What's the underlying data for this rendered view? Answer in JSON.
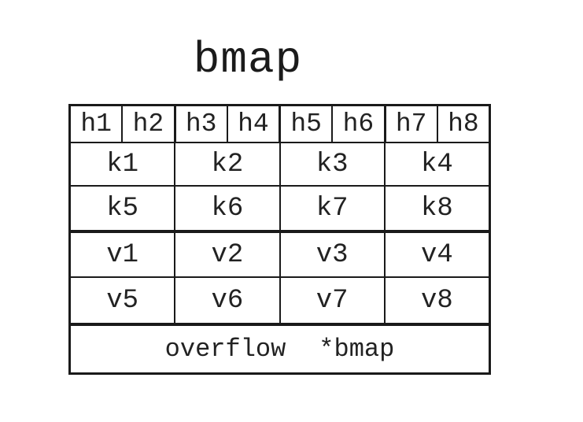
{
  "title": "bmap",
  "colors": {
    "ink": "#1a1a1a",
    "text": "#222222",
    "background": "#ffffff"
  },
  "table": {
    "header_cells": [
      "h1",
      "h2",
      "h3",
      "h4",
      "h5",
      "h6",
      "h7",
      "h8"
    ],
    "key_rows": [
      [
        "k1",
        "k2",
        "k3",
        "k4"
      ],
      [
        "k5",
        "k6",
        "k7",
        "k8"
      ]
    ],
    "value_rows": [
      [
        "v1",
        "v2",
        "v3",
        "v4"
      ],
      [
        "v5",
        "v6",
        "v7",
        "v8"
      ]
    ],
    "overflow": {
      "label": "overflow",
      "type": "*bmap"
    }
  }
}
